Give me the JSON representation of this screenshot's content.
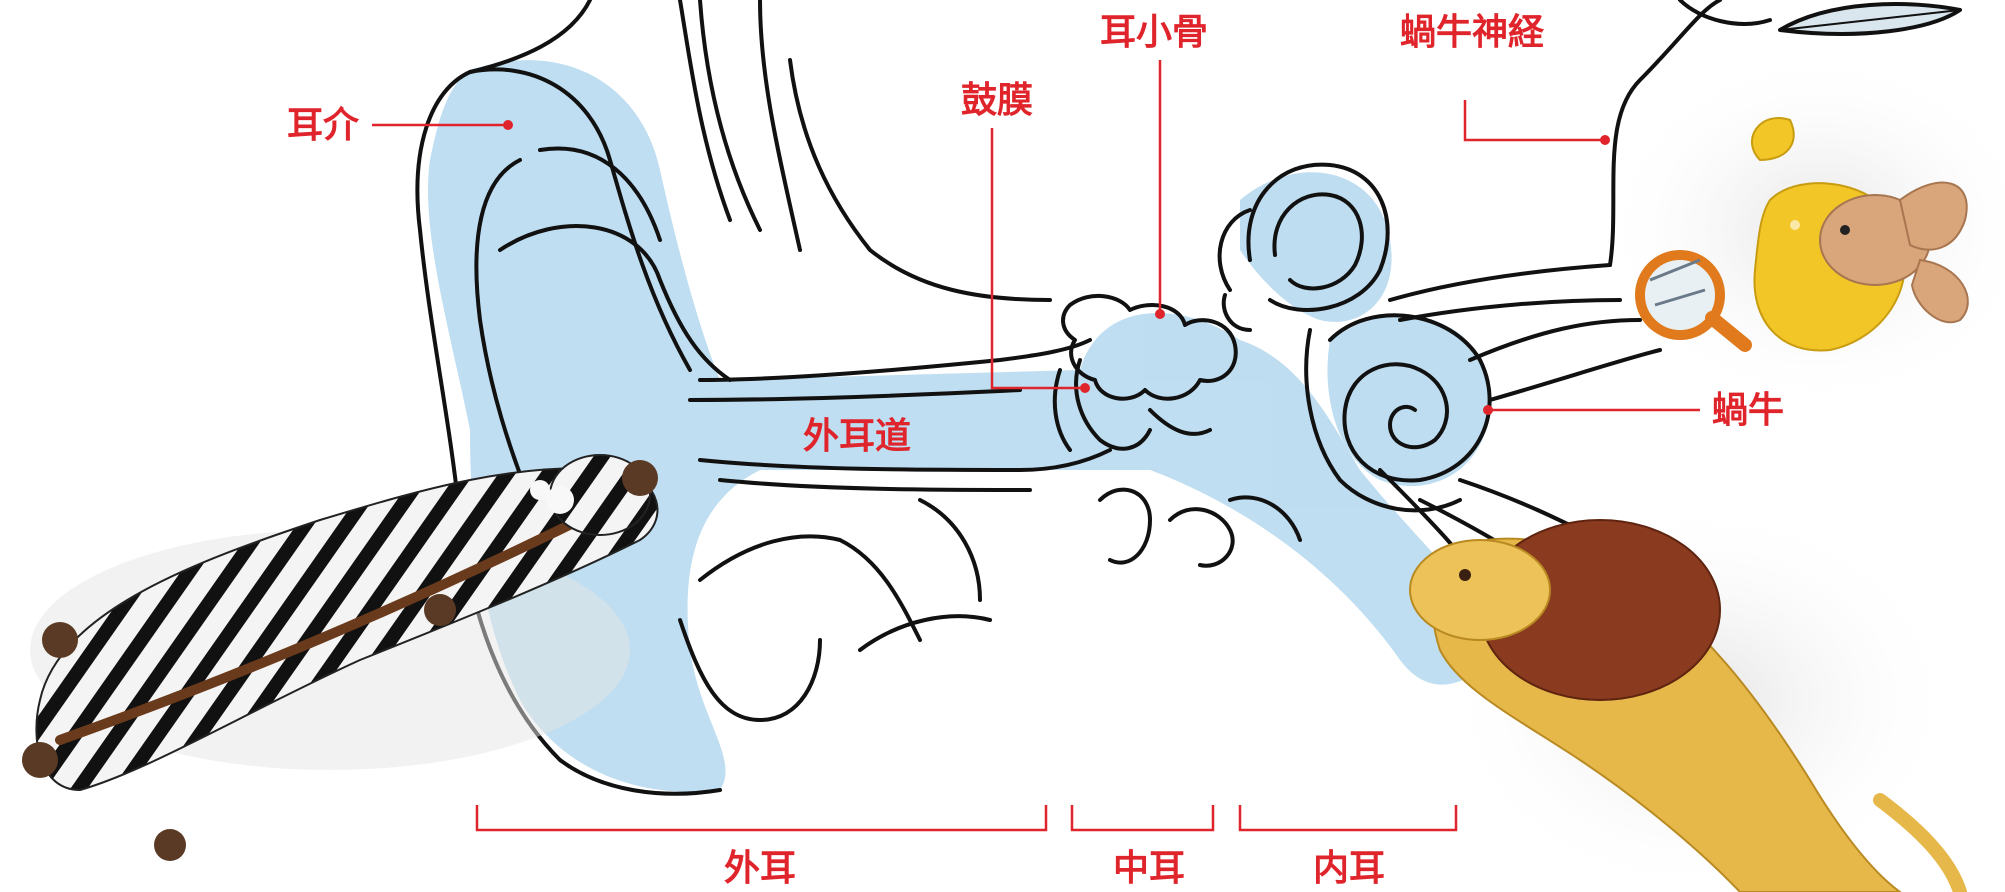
{
  "labels": {
    "pinna": "耳介",
    "ossicles": "耳小骨",
    "eardrum": "鼓膜",
    "cochlear_nerve": "蝸牛神経",
    "cochlea": "蝸牛",
    "ear_canal": "外耳道",
    "outer_ear": "外耳",
    "middle_ear": "中耳",
    "inner_ear": "内耳"
  },
  "colors": {
    "label_red": "#e0242b",
    "ear_fill": "#bcdcf0",
    "outline": "#111111"
  }
}
